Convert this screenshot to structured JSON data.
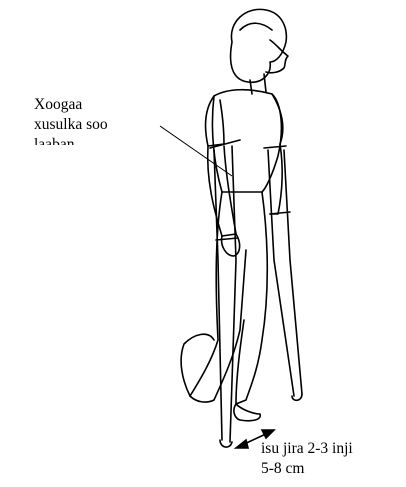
{
  "annotations": {
    "elbow_note": {
      "line1": "Xoogaa",
      "line2": "xusulka soo",
      "line3": "laaban"
    },
    "distance_note": {
      "line1": "isu jira 2-3 inji",
      "line2": "5-8 cm"
    }
  }
}
